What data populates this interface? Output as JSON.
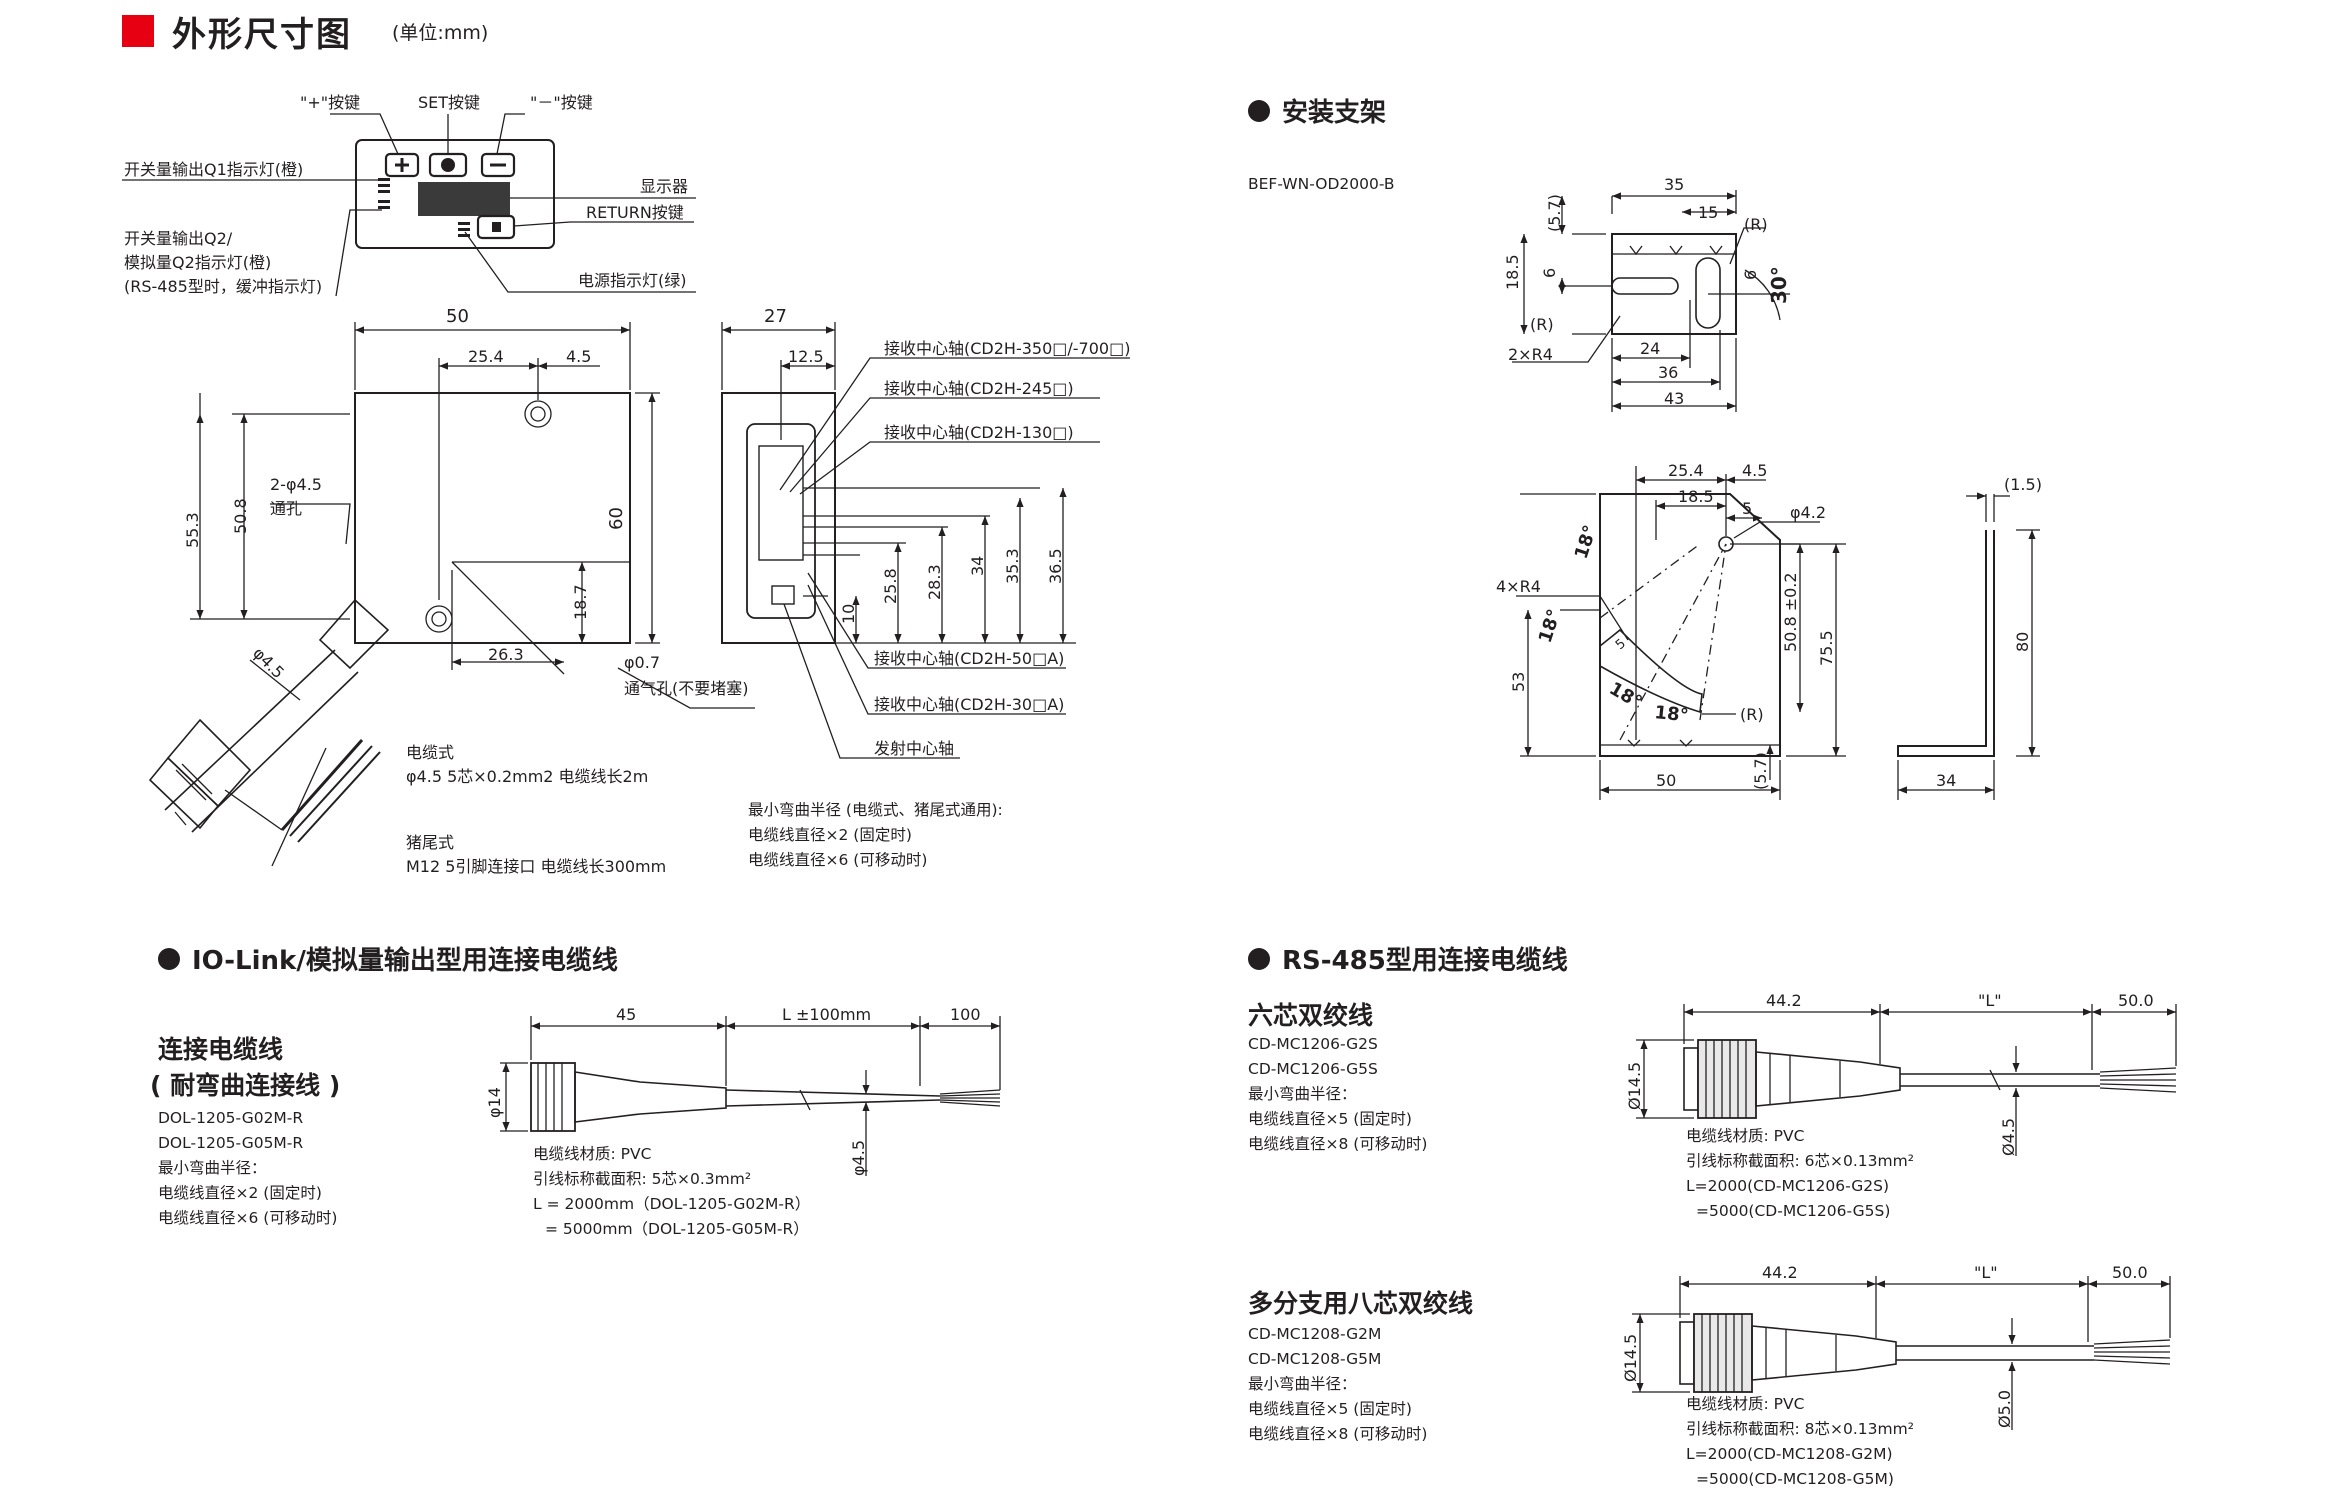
{
  "header": {
    "title": "外形尺寸图",
    "unit": "(单位:mm)"
  },
  "sensor_front": {
    "plus_key": "\"+\"按键",
    "set_key": "SET按键",
    "minus_key": "\"－\"按键",
    "q1_led": "开关量输出Q1指示灯(橙)",
    "q2_led": [
      "开关量输出Q2/",
      "模拟量Q2指示灯(橙)",
      "(RS-485型时，缓冲指示灯)"
    ],
    "display": "显示器",
    "return_key": "RETURN按键",
    "power_led": "电源指示灯(绿)"
  },
  "sensor_dims": {
    "w50": "50",
    "d25_4": "25.4",
    "d4_5": "4.5",
    "h55_3": "55.3",
    "h50_8": "50.8",
    "hole": [
      "2-φ4.5",
      "通孔"
    ],
    "h60": "60",
    "h18_7": "18.7",
    "d26_3": "26.3",
    "vent": [
      "φ0.7",
      "通气孔(不要堵塞)"
    ],
    "cable_d": "φ4.5",
    "cable_type": [
      "电缆式",
      "φ4.5 5芯×0.2mm2 电缆线长2m"
    ],
    "pigtail_type": [
      "猪尾式",
      "M12 5引脚连接口 电缆线长300mm"
    ]
  },
  "side_dims": {
    "w27": "27",
    "d12_5": "12.5",
    "axis_350": "接收中心轴(CD2H-350□/-700□)",
    "axis_245": "接收中心轴(CD2H-245□)",
    "axis_130": "接收中心轴(CD2H-130□)",
    "axis_50": "接收中心轴(CD2H-50□A)",
    "axis_30": "接收中心轴(CD2H-30□A)",
    "emit": "发射中心轴",
    "heights": [
      "10",
      "25.8",
      "28.3",
      "34",
      "35.3",
      "36.5"
    ],
    "bend": [
      "最小弯曲半径 (电缆式、猪尾式通用):",
      "电缆线直径×2 (固定时)",
      "电缆线直径×6 (可移动时)"
    ]
  },
  "bracket": {
    "title": "安装支架",
    "model": "BEF-WN-OD2000-B",
    "top": {
      "d35": "35",
      "d15": "15",
      "r": "(R)",
      "d6a": "6",
      "d6b": "6",
      "a30": "30°",
      "d5_7": "(5.7)",
      "d18_5": "18.5",
      "r2": "(R)",
      "r4": "2×R4",
      "d24": "24",
      "d36": "36",
      "d43": "43"
    },
    "front": {
      "d25_4": "25.4",
      "d4_5": "4.5",
      "d18_5": "18.5",
      "d5": "5",
      "phi": "φ4.2",
      "a18": "18°",
      "r4": "4×R4",
      "d50_8": "50.8 ±0.2",
      "d75_5": "75.5",
      "d53": "53",
      "r": "(R)",
      "d50": "50",
      "d5_7": "(5.7)",
      "d5s": "5"
    },
    "side": {
      "d1_5": "(1.5)",
      "d80": "80",
      "d34": "34"
    }
  },
  "iolink": {
    "title": "IO-Link/模拟量输出型用连接电缆线",
    "sub": [
      "连接电缆线",
      "( 耐弯曲连接线 )"
    ],
    "models": [
      "DOL-1205-G02M-R",
      "DOL-1205-G05M-R",
      "最小弯曲半径：",
      "电缆线直径×2 (固定时)",
      "电缆线直径×6 (可移动时)"
    ],
    "dims": {
      "d45": "45",
      "dl": "L ±100mm",
      "d100": "100",
      "d14": "φ14",
      "d4_5": "φ4.5"
    },
    "notes": [
      "电缆线材质: PVC",
      "引线标称截面积: 5芯×0.3mm²",
      "L = 2000mm（DOL-1205-G02M-R）",
      "  = 5000mm（DOL-1205-G05M-R）"
    ]
  },
  "rs485": {
    "title": "RS-485型用连接电缆线",
    "six": {
      "sub": "六芯双绞线",
      "models": [
        "CD-MC1206-G2S",
        "CD-MC1206-G5S",
        "最小弯曲半径：",
        "电缆线直径×5 (固定时)",
        "电缆线直径×8 (可移动时)"
      ],
      "dims": {
        "d44": "44.2",
        "dl": "\"L\"",
        "d50": "50.0",
        "d14": "Ø14.5",
        "d4": "Ø4.5"
      },
      "notes": [
        "电缆线材质: PVC",
        "引线标称截面积: 6芯×0.13mm²",
        "L=2000(CD-MC1206-G2S)",
        "=5000(CD-MC1206-G5S)"
      ]
    },
    "eight": {
      "sub": "多分支用八芯双绞线",
      "models": [
        "CD-MC1208-G2M",
        "CD-MC1208-G5M",
        "最小弯曲半径：",
        "电缆线直径×5 (固定时)",
        "电缆线直径×8 (可移动时)"
      ],
      "dims": {
        "d44": "44.2",
        "dl": "\"L\"",
        "d50": "50.0",
        "d14": "Ø14.5",
        "d5": "Ø5.0"
      },
      "notes": [
        "电缆线材质: PVC",
        "引线标称截面积: 8芯×0.13mm²",
        "L=2000(CD-MC1208-G2M)",
        "=5000(CD-MC1208-G5M)"
      ]
    }
  }
}
